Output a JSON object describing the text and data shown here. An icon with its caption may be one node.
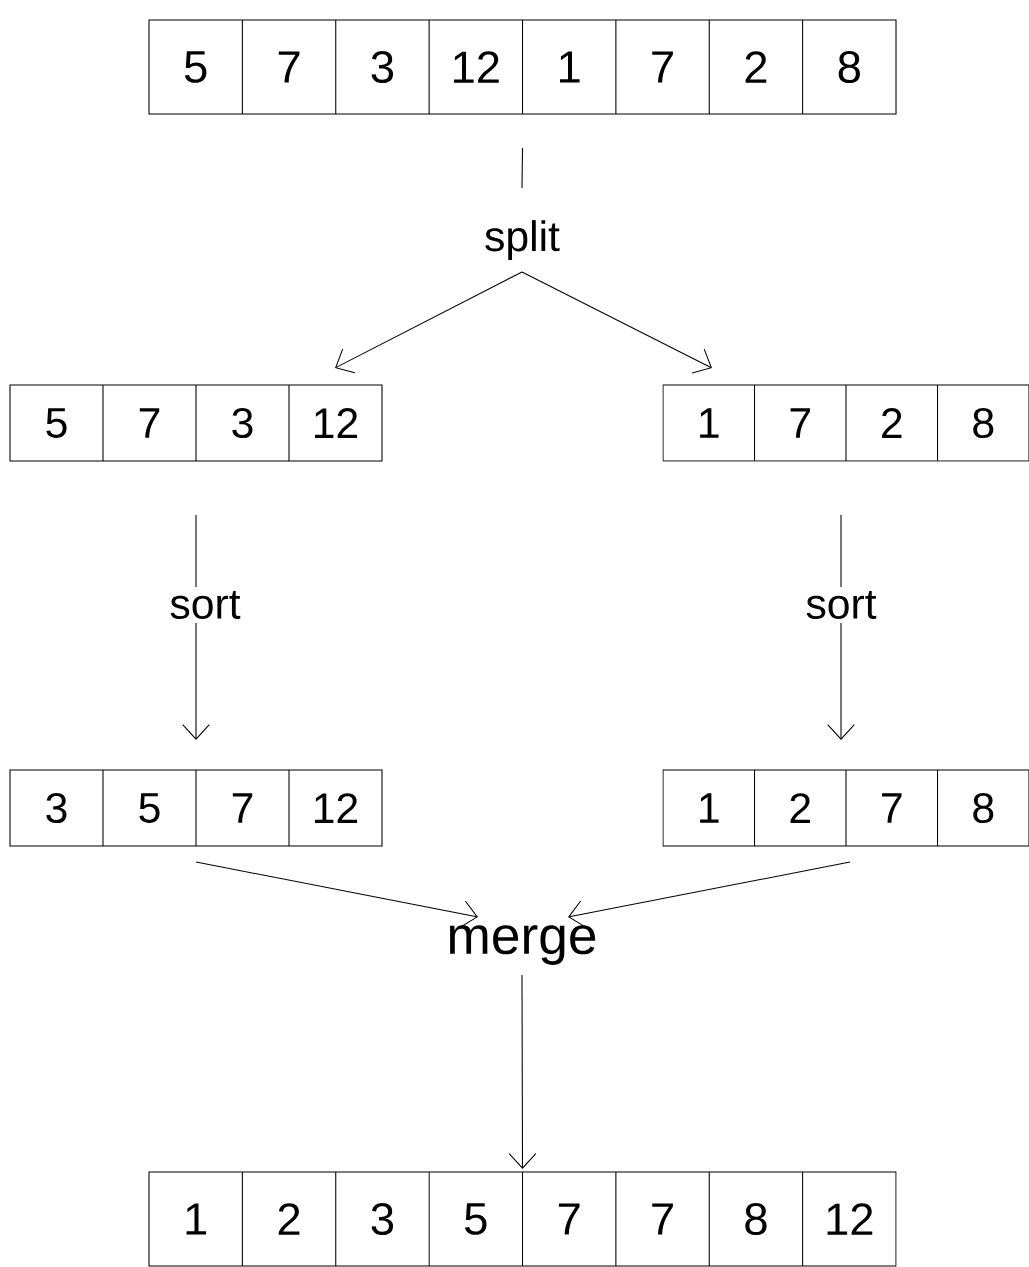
{
  "diagram": {
    "nodes": [
      {
        "text": [
          "5",
          "7",
          "3",
          "12",
          "1",
          "7",
          "2",
          "8"
        ]
      },
      {
        "text": [
          "split"
        ]
      },
      {
        "text": [
          "5",
          "7",
          "3",
          "12"
        ]
      },
      {
        "text": [
          "1",
          "7",
          "2",
          "8"
        ]
      },
      {
        "text": [
          "3",
          "5",
          "7",
          "12"
        ]
      },
      {
        "text": [
          "1",
          "2",
          "7",
          "8"
        ]
      },
      {
        "text": [
          "merge"
        ]
      },
      {
        "text": [
          "1",
          "2",
          "3",
          "5",
          "7",
          "7",
          "8",
          "12"
        ]
      }
    ],
    "edges": [
      {
        "from": 0,
        "to": 1,
        "arrow": "none"
      },
      {
        "from": 1,
        "to": 2,
        "arrow": "to"
      },
      {
        "from": 1,
        "to": 3,
        "arrow": "to"
      },
      {
        "from": 2,
        "to": 4,
        "arrow": "to",
        "label": "sort"
      },
      {
        "from": 3,
        "to": 5,
        "arrow": "to",
        "label": "sort"
      },
      {
        "from": 4,
        "to": 6,
        "arrow": "to"
      },
      {
        "from": 5,
        "to": 6,
        "arrow": "to"
      },
      {
        "from": 6,
        "to": 7,
        "arrow": "to"
      }
    ]
  }
}
